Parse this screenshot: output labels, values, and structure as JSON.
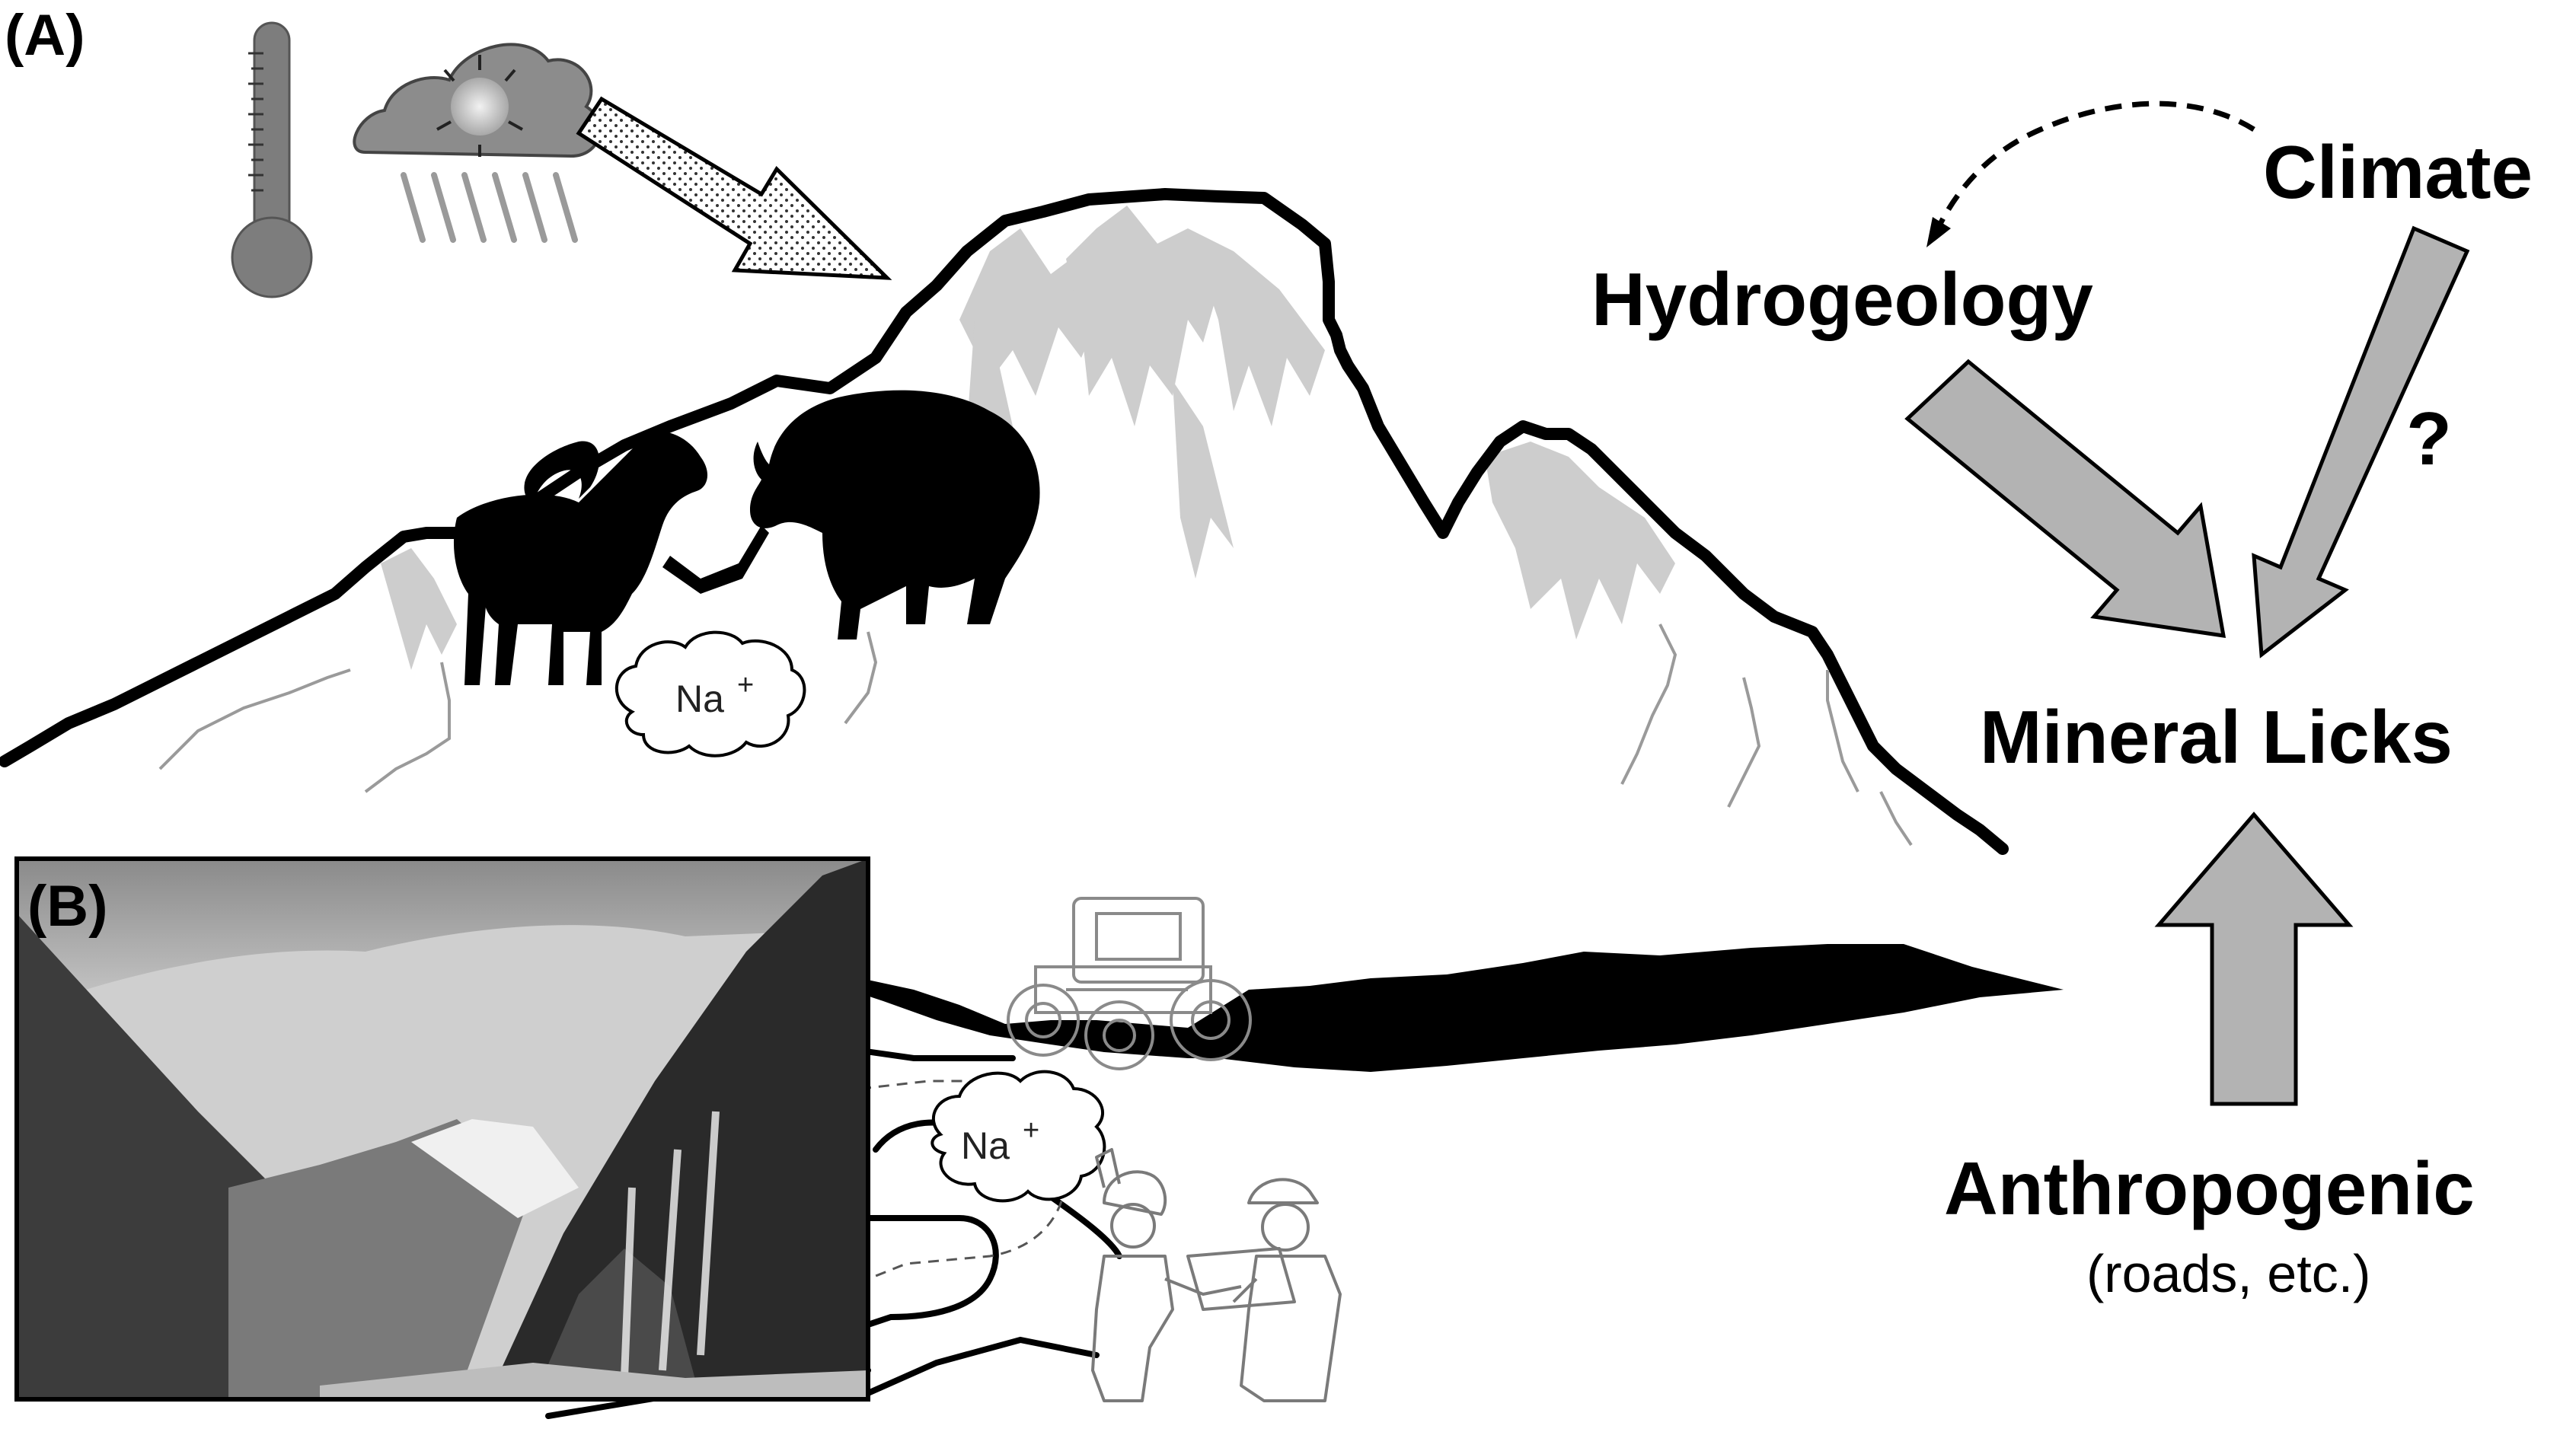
{
  "panels": {
    "a_label": "(A)",
    "b_label": "(B)"
  },
  "diagram": {
    "climate": "Climate",
    "hydrogeology": "Hydrogeology",
    "mineral_licks": "Mineral Licks",
    "anthropogenic": "Anthropogenic",
    "anthropogenic_note": "(roads, etc.)",
    "uncertain_mark": "?"
  },
  "ions": {
    "mountain_ion": "Na",
    "road_ion": "Na",
    "charge": "+"
  },
  "icons": [
    "thermometer-icon",
    "rain-cloud-icon",
    "tractor-icon",
    "workers-icon"
  ],
  "colors": {
    "arrow_fill": "#b3b3b3",
    "arrow_stroke": "#000000",
    "silhouette": "#000000",
    "rock_shading": "#c8c8c8"
  }
}
